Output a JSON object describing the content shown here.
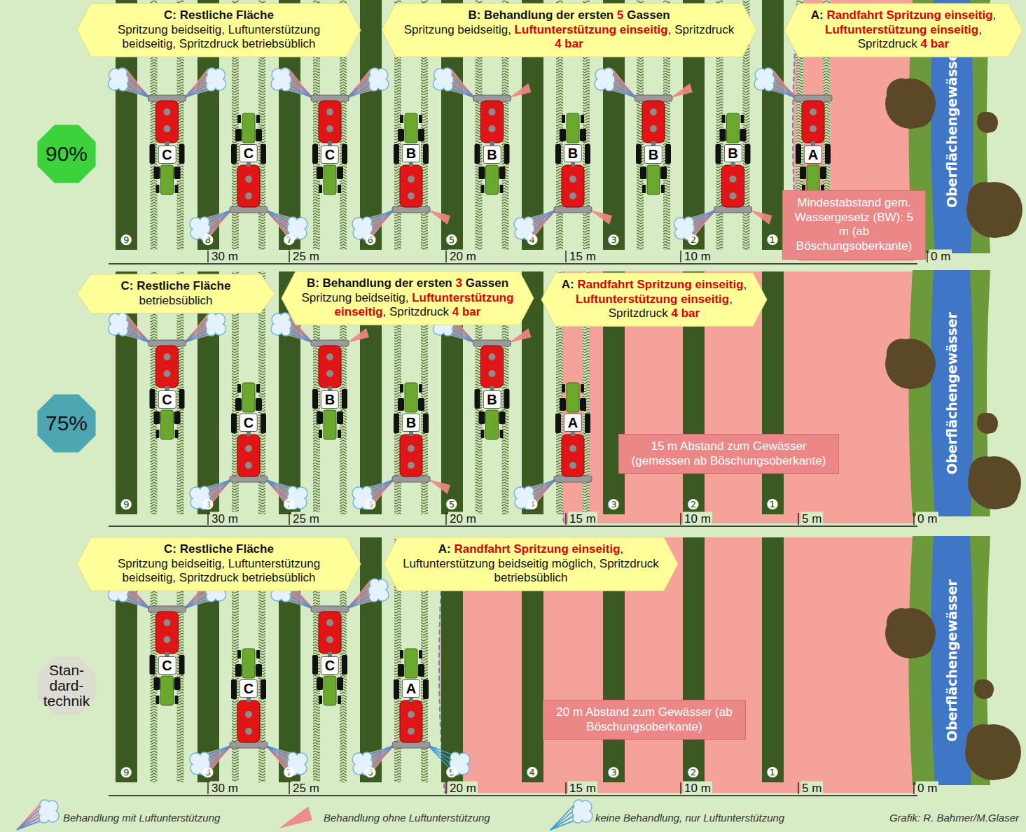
{
  "diagram": {
    "nodes": [
      {
        "text": [
          "90%"
        ]
      },
      {
        "text": [
          "C: Restliche Fläche",
          "Spritzung beidseitig, Luftunterstützung beidseitig, Spritzdruck betriebsüblich"
        ]
      },
      {
        "text": [
          "B: Behandlung der ersten 5 Gassen",
          "Spritzung beidseitig, Luftunterstützung einseitig, Spritzdruck 4 bar"
        ]
      },
      {
        "text": [
          "A: Randfahrt Spritzung einseitig, Luftunterstützung einseitig, Spritzdruck 4 bar"
        ]
      },
      {
        "text": [
          "Mindestabstand gem. Wassergesetz (BW): 5 m (ab Böschungsoberkante)"
        ]
      },
      {
        "text": [
          "75%"
        ]
      },
      {
        "text": [
          "C: Restliche Fläche",
          "betriebsüblich"
        ]
      },
      {
        "text": [
          "B: Behandlung der ersten 3 Gassen",
          "Spritzung beidseitig, Luftunterstützung einseitig, Spritzdruck 4 bar"
        ]
      },
      {
        "text": [
          "A: Randfahrt Spritzung einseitig, Luftunterstützung einseitig, Spritzdruck 4 bar"
        ]
      },
      {
        "text": [
          "15 m Abstand zum Gewässer (gemessen ab Böschungsoberkante)"
        ]
      },
      {
        "text": [
          "Stan- dard- technik"
        ]
      },
      {
        "text": [
          "C: Restliche Fläche",
          "Spritzung beidseitig, Luftunterstützung beidseitig, Spritzdruck betriebsüblich"
        ]
      },
      {
        "text": [
          "A: Randfahrt Spritzung einseitig, Luftunterstützung beidseitig möglich, Spritzdruck betriebsüblich"
        ]
      },
      {
        "text": [
          "20 m Abstand zum Gewässer (ab Böschungsoberkante)"
        ]
      }
    ],
    "labels": [
      "❾",
      "❽",
      "❼",
      "❻",
      "❺",
      "❹",
      "❸",
      "❷",
      "❶",
      "C",
      "C",
      "C",
      "B",
      "B",
      "B",
      "B",
      "B",
      "A",
      "30 m",
      "25 m",
      "20 m",
      "15 m",
      "10 m",
      "0 m",
      "Oberflächengewässer",
      "❾",
      "❽",
      "❼",
      "❻",
      "❺",
      "❹",
      "❸",
      "❷",
      "❶",
      "C",
      "C",
      "B",
      "B",
      "B",
      "A",
      "30 m",
      "25 m",
      "20 m",
      "15 m",
      "10 m",
      "5 m",
      "0 m",
      "Oberflächengewässer",
      "❾",
      "❽",
      "❼",
      "❻",
      "❺",
      "❹",
      "❸",
      "❷",
      "❶",
      "C",
      "C",
      "C",
      "A",
      "30 m",
      "25 m",
      "20 m",
      "15 m",
      "10 m",
      "5 m",
      "0 m",
      "Oberflächengewässer",
      "Grafik: R. Bahmer/M.Glaser"
    ],
    "legend": [
      {
        "text": "Behandlung mit Luftunterstützung"
      },
      {
        "text": "Behandlung ohne Luftunterstützung"
      },
      {
        "text": "keine Behandlung, nur Luftunterstützung"
      }
    ]
  }
}
